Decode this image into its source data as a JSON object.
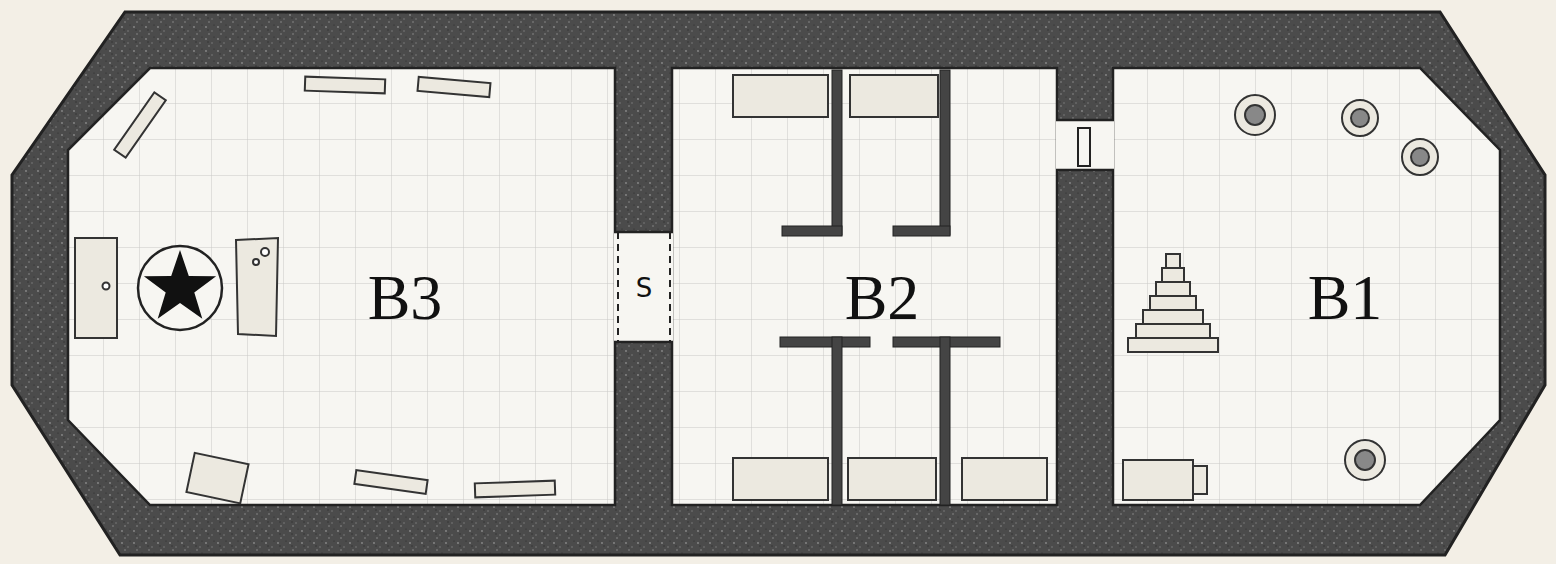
{
  "diagram": {
    "labels": [
      "B3",
      "B2",
      "B1",
      "S"
    ]
  }
}
